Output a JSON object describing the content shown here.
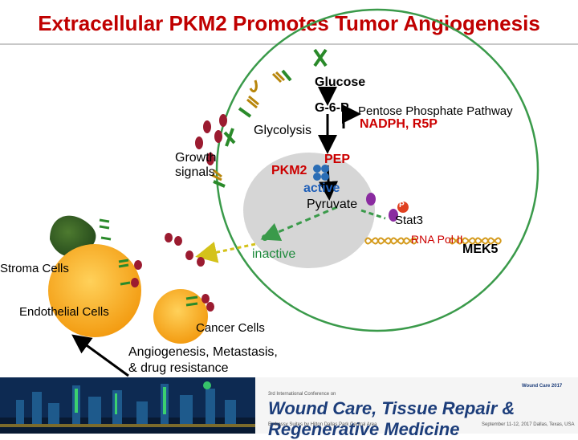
{
  "title": "Extracellular PKM2 Promotes Tumor Angiogenesis",
  "labels": {
    "glucose": "Glucose",
    "g6p": "G-6-P",
    "ppp": "Pentose Phosphate Pathway",
    "nadph": "NADPH, R5P",
    "glycolysis": "Glycolysis",
    "growth": "Growth",
    "signals": "signals",
    "pep": "PEP",
    "pkm2": "PKM2",
    "active": "active",
    "pyruvate": "Pyruvate",
    "p": "P",
    "stat3": "Stat3",
    "rnapol": "RNA Pol II",
    "mek5": "MEK5",
    "inactive": "inactive",
    "stroma": "Stroma Cells",
    "endothelial": "Endothelial Cells",
    "cancer": "Cancer Cells",
    "outcome1": "Angiogenesis, Metastasis,",
    "outcome2": "& drug resistance"
  },
  "banner": {
    "conference_small": "3rd International Conference on",
    "conference_title": "Wound Care, Tissue Repair & Regenerative Medicine",
    "venue": "Embassy Suites by Hilton Dallas Park Central Area",
    "dates": "September 11-12, 2017 Dallas, Texas, USA",
    "logo": "Wound Care 2017"
  },
  "colors": {
    "title": "#c00000",
    "cell_orange": "#f5a623",
    "dark_green": "#2f5f1e",
    "receptor": "#7a3b8c",
    "ligand": "#9b1b30",
    "arrow_green": "#3a9a4a",
    "pkm2_blue": "#2a6db5"
  }
}
